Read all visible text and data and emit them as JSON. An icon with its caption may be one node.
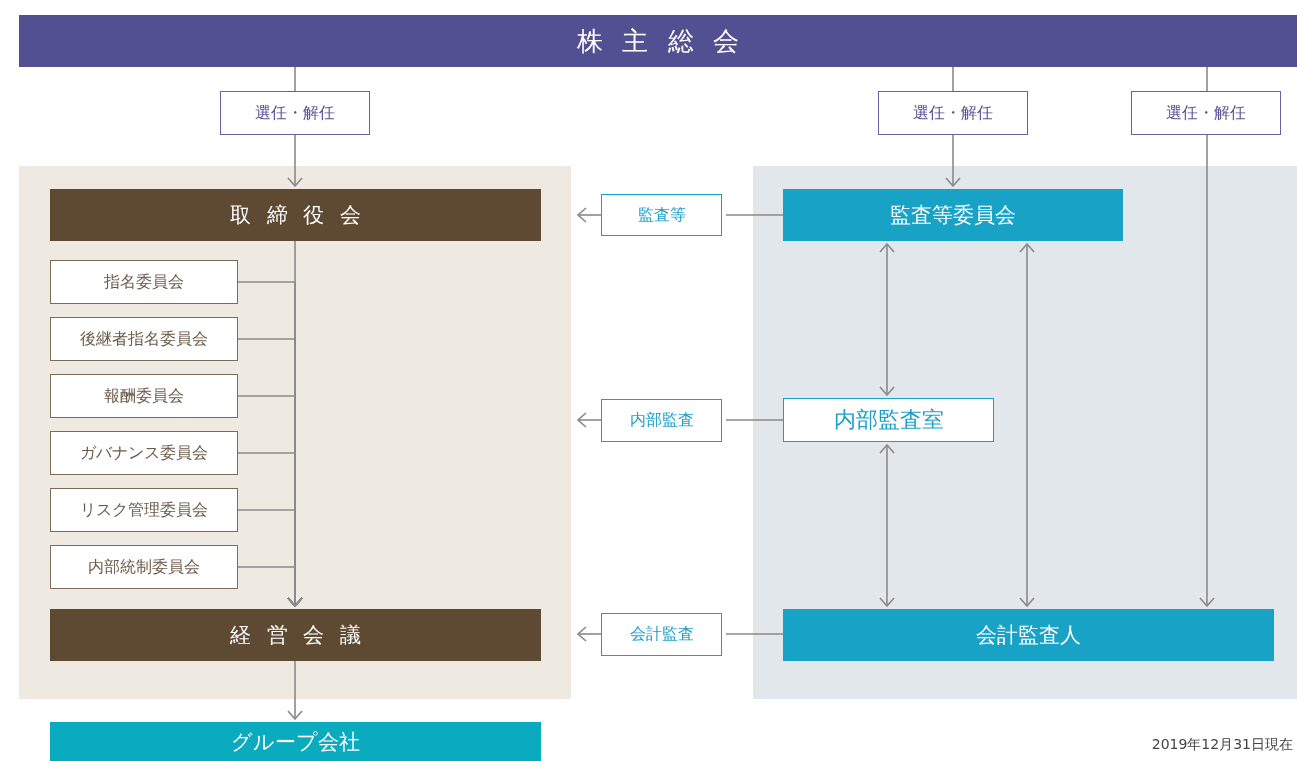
{
  "diagram": {
    "nodes": [
      {
        "text": [
          "株主総会"
        ]
      },
      {
        "text": [
          "選任・解任"
        ]
      },
      {
        "text": [
          "選任・解任"
        ]
      },
      {
        "text": [
          "選任・解任"
        ]
      },
      {
        "text": [],
        "shape": "box"
      },
      {
        "text": [
          "取締役会"
        ],
        "in": 4
      },
      {
        "text": [
          "指名委員会"
        ],
        "in": 4
      },
      {
        "text": [
          "後継者指名委員会"
        ],
        "in": 4
      },
      {
        "text": [
          "報酬委員会"
        ],
        "in": 4
      },
      {
        "text": [
          "ガバナンス委員会"
        ],
        "in": 4
      },
      {
        "text": [
          "リスク管理委員会"
        ],
        "in": 4
      },
      {
        "text": [
          "内部統制委員会"
        ],
        "in": 4
      },
      {
        "text": [
          "経営会議"
        ],
        "in": 4
      },
      {
        "text": [
          "グループ会社"
        ]
      },
      {
        "text": [],
        "shape": "box"
      },
      {
        "text": [
          "監査等"
        ]
      },
      {
        "text": [
          "監査等委員会"
        ],
        "in": 14
      },
      {
        "text": [
          "内部監査"
        ]
      },
      {
        "text": [
          "内部監査室"
        ],
        "in": 14
      },
      {
        "text": [
          "会計監査"
        ]
      },
      {
        "text": [
          "会計監査人"
        ],
        "in": 14
      }
    ],
    "edges": [
      {
        "from": 0,
        "to": 1,
        "arrow": "none"
      },
      {
        "from": 1,
        "to": 5,
        "arrow": "to"
      },
      {
        "from": 0,
        "to": 2,
        "arrow": "none"
      },
      {
        "from": 2,
        "to": 16,
        "arrow": "to"
      },
      {
        "from": 0,
        "to": 3,
        "arrow": "none"
      },
      {
        "from": 3,
        "to": 20,
        "arrow": "to"
      },
      {
        "from": 5,
        "to": 12,
        "arrow": "to"
      },
      {
        "from": 6,
        "to": 12,
        "arrow": "to"
      },
      {
        "from": 7,
        "to": 12,
        "arrow": "to"
      },
      {
        "from": 8,
        "to": 12,
        "arrow": "to"
      },
      {
        "from": 9,
        "to": 12,
        "arrow": "to"
      },
      {
        "from": 10,
        "to": 12,
        "arrow": "to"
      },
      {
        "from": 11,
        "to": 12,
        "arrow": "to"
      },
      {
        "from": 12,
        "to": 13,
        "arrow": "to"
      },
      {
        "from": 16,
        "to": 15,
        "arrow": "none"
      },
      {
        "from": 15,
        "to": 4,
        "arrow": "to"
      },
      {
        "from": 18,
        "to": 17,
        "arrow": "none"
      },
      {
        "from": 17,
        "to": 4,
        "arrow": "to"
      },
      {
        "from": 20,
        "to": 19,
        "arrow": "none"
      },
      {
        "from": 19,
        "to": 4,
        "arrow": "to"
      },
      {
        "from": 16,
        "to": 18,
        "arrow": "both"
      },
      {
        "from": 18,
        "to": 20,
        "arrow": "both"
      },
      {
        "from": 16,
        "to": 20,
        "arrow": "both"
      }
    ],
    "labels": [
      "2019年12月31日現在"
    ]
  }
}
